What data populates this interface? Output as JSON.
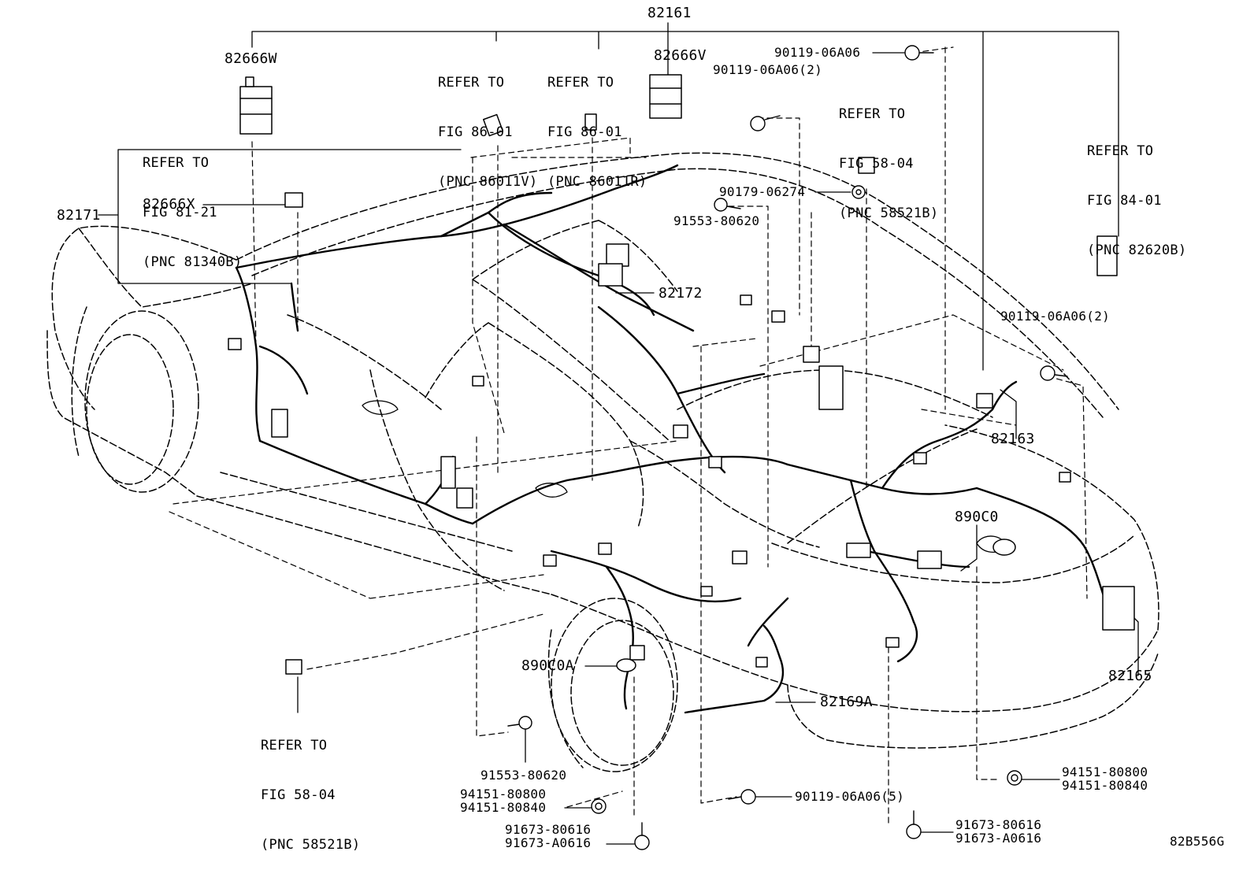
{
  "diagram_id": "82B556G",
  "parts": {
    "p82161": "82161",
    "p82666W": "82666W",
    "p82666V": "82666V",
    "p82666X": "82666X",
    "p82171": "82171",
    "p82172": "82172",
    "p82163": "82163",
    "p82165": "82165",
    "p890C0": "890C0",
    "p890C0A": "890C0A",
    "p82169A": "82169A",
    "p90119_top": "90119-06A06",
    "p90119_2a": "90119-06A06(2)",
    "p90119_2b": "90119-06A06(2)",
    "p90119_5": "90119-06A06(5)",
    "p90179": "90179-06274",
    "p91553_top": "91553-80620",
    "p91553_bot": "91553-80620",
    "p94151_l1": "94151-80800",
    "p94151_l2": "94151-80840",
    "p94151_r1": "94151-80800",
    "p94151_r2": "94151-80840",
    "p91673_l1": "91673-80616",
    "p91673_l2": "91673-A0616",
    "p91673_r1": "91673-80616",
    "p91673_r2": "91673-A0616"
  },
  "refs": {
    "r86011V": {
      "l1": "REFER TO",
      "l2": "FIG 86-01",
      "l3": "(PNC 86011V)"
    },
    "r86011R": {
      "l1": "REFER TO",
      "l2": "FIG 86-01",
      "l3": "(PNC 86011R)"
    },
    "r81340B": {
      "l1": "REFER TO",
      "l2": "FIG 81-21",
      "l3": "(PNC 81340B)"
    },
    "r58521B_top": {
      "l1": "REFER TO",
      "l2": "FIG 58-04",
      "l3": "(PNC 58521B)"
    },
    "r82620B": {
      "l1": "REFER TO",
      "l2": "FIG 84-01",
      "l3": "(PNC 82620B)"
    },
    "r58521B_bot": {
      "l1": "REFER TO",
      "l2": "FIG 58-04",
      "l3": "(PNC 58521B)"
    }
  }
}
